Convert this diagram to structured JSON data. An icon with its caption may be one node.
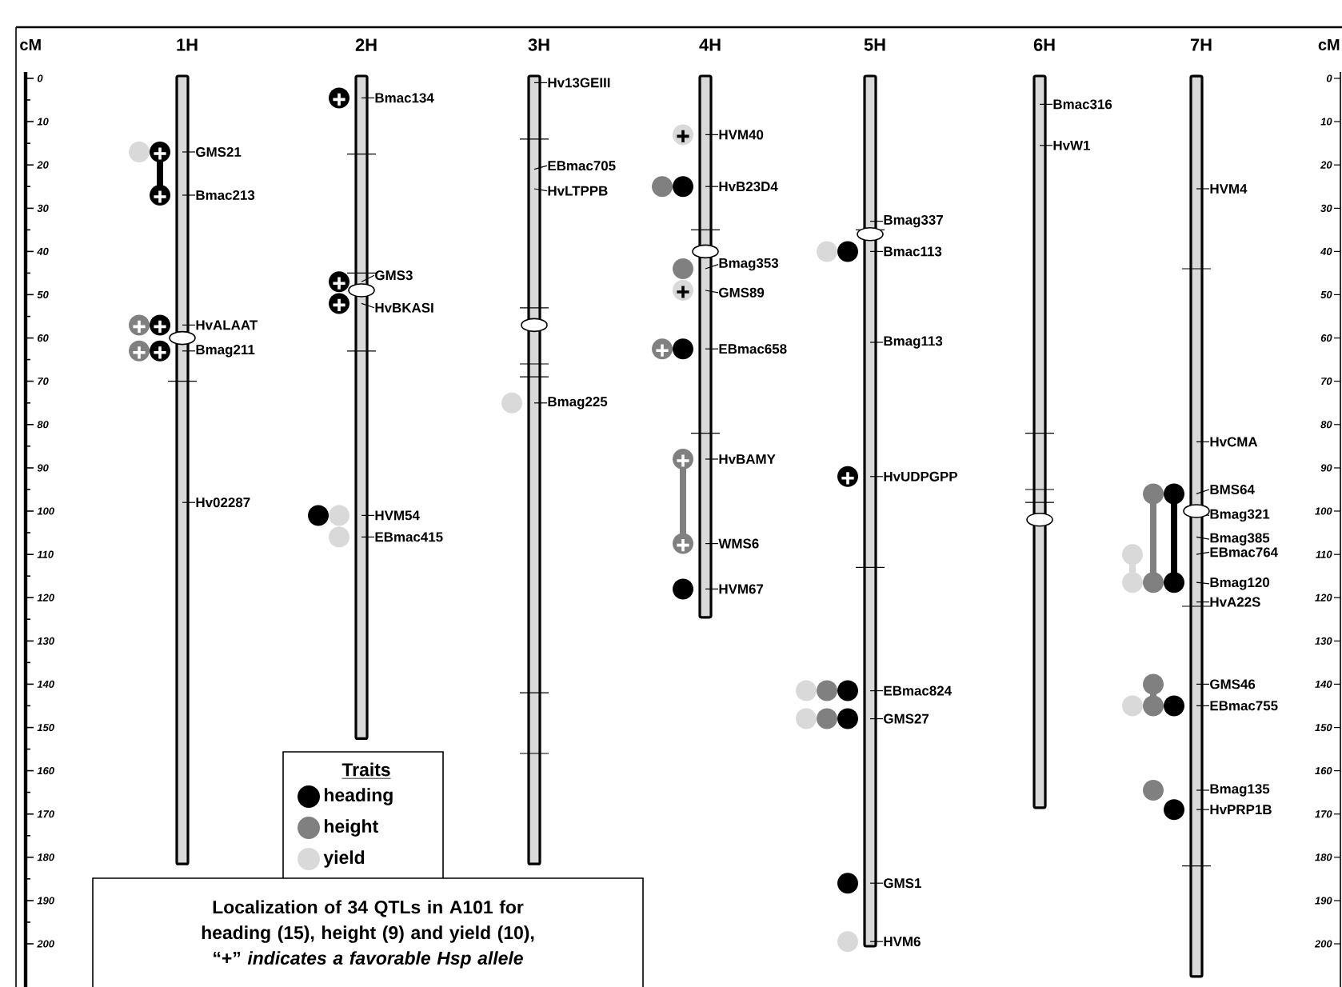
{
  "diagram": {
    "caption": "Localization of 34 QTLs in A101 for heading (15), height (9) and yield (10), “+” *indicates a favorable Hsp allele*",
    "nodes": [
      {
        "text": [
          "1H"
        ],
        "beside": [
          "GMS21",
          "Bmac213",
          "HvALAAT",
          "Bmag211",
          "Hv02287"
        ]
      },
      {
        "text": [
          "2H"
        ],
        "beside": [
          "Bmac134",
          "GMS3",
          "HvBKASI",
          "HVM54",
          "EBmac415"
        ]
      },
      {
        "text": [
          "3H"
        ],
        "beside": [
          "Hv13GEIII",
          "EBmac705",
          "HvLTPPB",
          "Bmag225"
        ]
      },
      {
        "text": [
          "4H"
        ],
        "beside": [
          "HVM40",
          "HvB23D4",
          "Bmag353",
          "GMS89",
          "EBmac658",
          "HvBAMY",
          "WMS6",
          "HVM67"
        ]
      },
      {
        "text": [
          "5H"
        ],
        "beside": [
          "Bmag337",
          "Bmac113",
          "Bmag113",
          "HvUDPGPP",
          "EBmac824",
          "GMS27",
          "GMS1",
          "HVM6"
        ]
      },
      {
        "text": [
          "6H"
        ],
        "beside": [
          "Bmac316",
          "HvW1"
        ]
      },
      {
        "text": [
          "7H"
        ],
        "beside": [
          "HVM4",
          "HvCMA",
          "BMS64",
          "Bmag321",
          "Bmag385",
          "EBmac764",
          "Bmag120",
          "HvA22S",
          "GMS46",
          "EBmac755",
          "Bmag135",
          "HvPRP1B"
        ]
      }
    ],
    "labels": [
      "cM",
      "0",
      "10",
      "20",
      "30",
      "40",
      "50",
      "60",
      "70",
      "80",
      "90",
      "100",
      "110",
      "120",
      "130",
      "140",
      "150",
      "160",
      "170",
      "180",
      "190",
      "200",
      "cM",
      "0",
      "10",
      "20",
      "30",
      "40",
      "50",
      "60",
      "70",
      "80",
      "90",
      "100",
      "110",
      "120",
      "130",
      "140",
      "150",
      "160",
      "170",
      "180",
      "190",
      "200",
      "Traits"
    ],
    "legend": [
      {
        "text": "heading",
        "color": "#000000"
      },
      {
        "text": "height",
        "color": "#808080"
      },
      {
        "text": "yield",
        "color": "#d9d9d9"
      }
    ]
  }
}
